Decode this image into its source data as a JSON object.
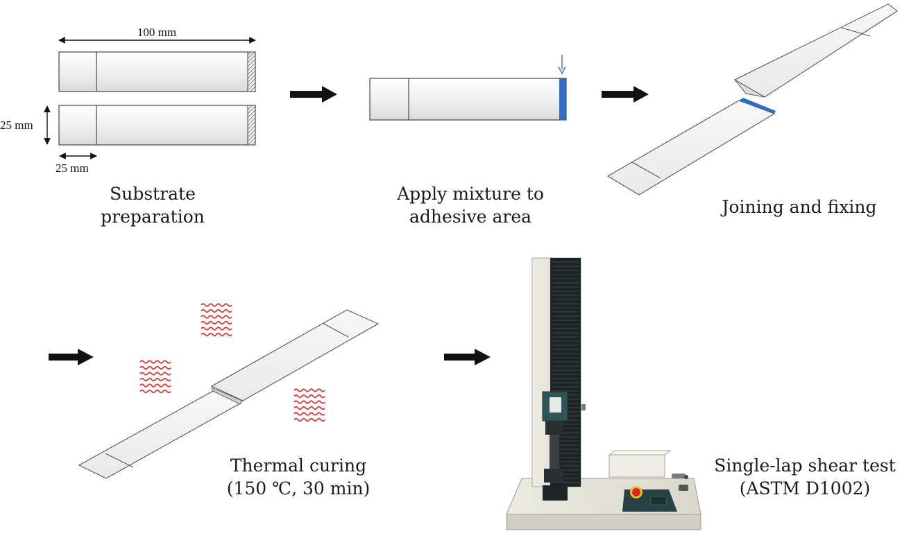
{
  "dimensions": {
    "length": "100 mm",
    "width": "25 mm",
    "overlap": "25 mm"
  },
  "steps": [
    {
      "line1": "Substrate",
      "line2": "preparation"
    },
    {
      "line1": "Apply mixture to",
      "line2": "adhesive area"
    },
    {
      "line1": "Joining and fixing",
      "line2": ""
    },
    {
      "line1": "Thermal curing",
      "line2": "(150 ℃, 30 min)"
    },
    {
      "line1": "Single-lap shear test",
      "line2": "(ASTM D1002)"
    }
  ],
  "colors": {
    "adhesive": "#2f6fc2",
    "indicator_arrow": "#4a86c8",
    "heat_waves": "#d23a3a",
    "flow_arrow": "#111111",
    "emergency_stop": "#d8261c"
  }
}
